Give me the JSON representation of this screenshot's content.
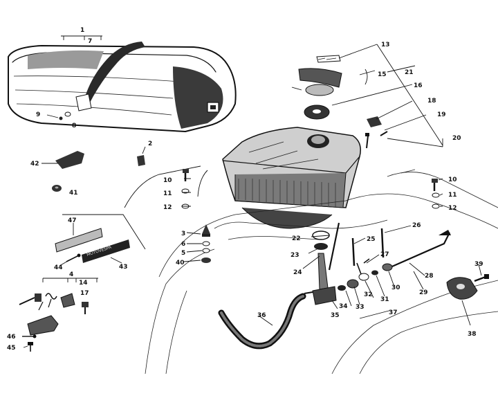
{
  "diagram": {
    "labels": {
      "seat": "1",
      "strap": "7",
      "screw_9": "9",
      "washer_8": "8",
      "knob_2": "2",
      "clip_42": "42",
      "nut_41": "41",
      "bolt_10a": "10",
      "washer_11a": "11",
      "washer_12a": "12",
      "bolt_10b": "10",
      "washer_11b": "11",
      "washer_12b": "12",
      "plate_13": "13",
      "cover_15": "15",
      "lock_group_21": "21",
      "ring_16": "16",
      "cap_18": "18",
      "screw_19": "19",
      "pin_20": "20",
      "badge_47": "47",
      "screw_44": "44",
      "emblem_43": "43",
      "gasket_22": "22",
      "ring_23": "23",
      "tube_24": "24",
      "stud_25": "25",
      "stud_26": "26",
      "clip_27": "27",
      "rod_28": "28",
      "nut_29": "29",
      "washer_30": "30",
      "nut_31": "31",
      "washer_32": "32",
      "nut_33": "33",
      "washer_34": "34",
      "tap_35": "35",
      "hose_36": "36",
      "clamp_37": "37",
      "bracket_38": "38",
      "bolt_39": "39",
      "cap_3": "3",
      "washer_6": "6",
      "washer_5": "5",
      "washer_40": "40",
      "lock_4": "4",
      "spring_14": "14",
      "bolt_17": "17",
      "screw_46": "46",
      "screw_45": "45",
      "emblem_text": "MOTOVESPA"
    }
  }
}
